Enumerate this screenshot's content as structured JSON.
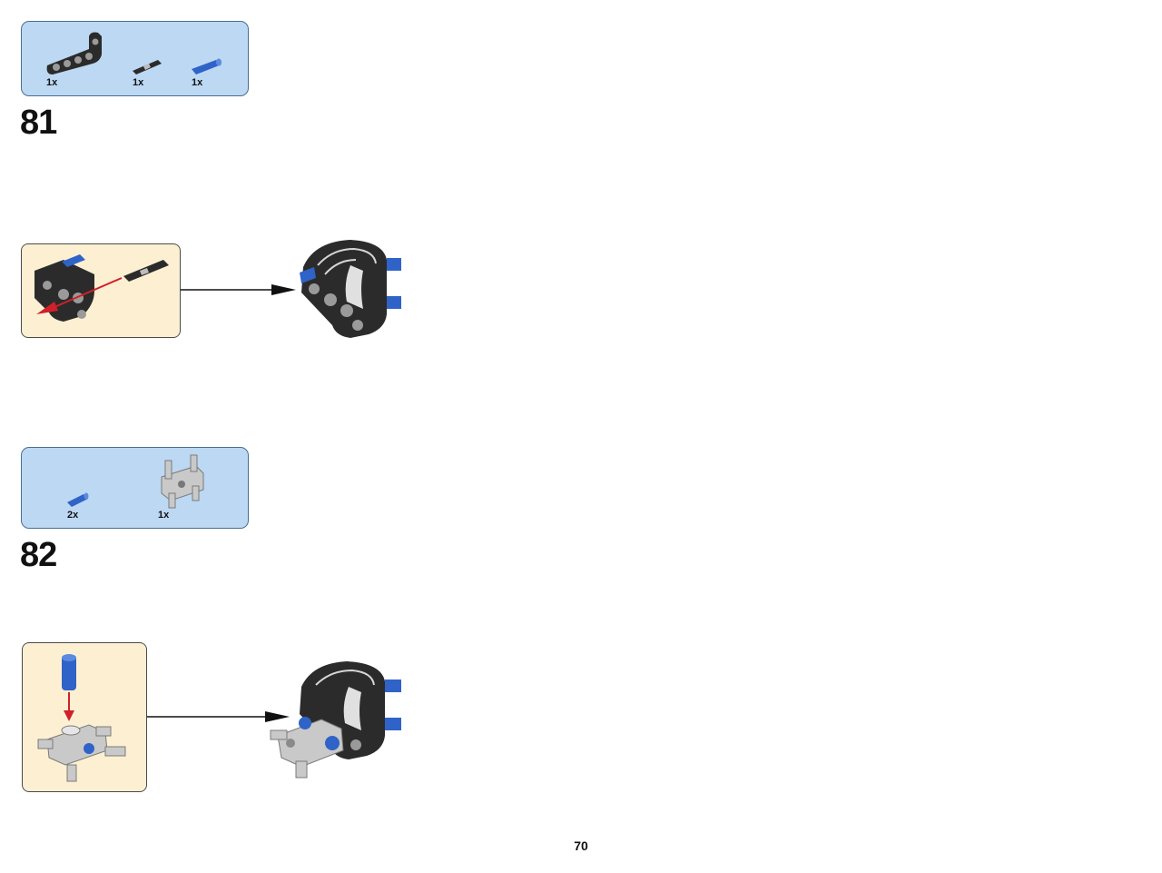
{
  "colors": {
    "parts_box_bg": "#bcd8f3",
    "sub_box_bg": "#fdf0d2",
    "black_part": "#2b2b2b",
    "blue_part": "#2f63c8",
    "gray_part": "#c9c9c9",
    "arrow_red": "#d0202a"
  },
  "steps": [
    {
      "number": "81",
      "parts": [
        {
          "icon": "angled-beam-icon",
          "qty": "1x"
        },
        {
          "icon": "black-axle-pin-icon",
          "qty": "1x"
        },
        {
          "icon": "blue-pin-icon",
          "qty": "1x"
        }
      ]
    },
    {
      "number": "82",
      "parts": [
        {
          "icon": "blue-pin-icon",
          "qty": "2x"
        },
        {
          "icon": "gray-cross-connector-icon",
          "qty": "1x"
        }
      ]
    }
  ],
  "page": {
    "number": "70"
  }
}
